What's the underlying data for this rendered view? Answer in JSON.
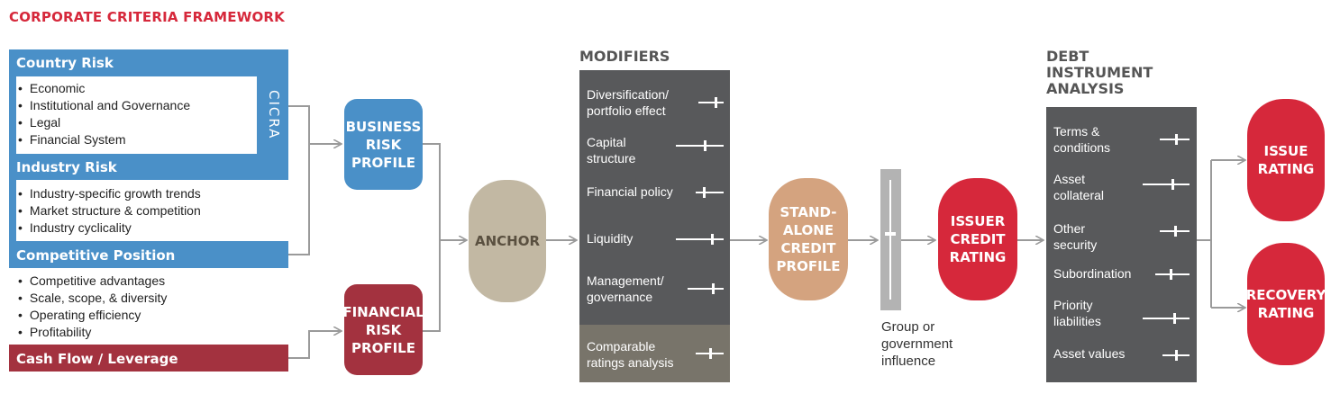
{
  "title": "CORPORATE CRITERIA FRAMEWORK",
  "business_inputs": {
    "country_risk": {
      "header": "Country Risk",
      "items": [
        "Economic",
        "Institutional and Governance",
        "Legal",
        "Financial System"
      ]
    },
    "cicra": "CICRA",
    "industry_risk": {
      "header": "Industry Risk",
      "items": [
        "Industry-specific growth trends",
        "Market structure & competition",
        "Industry cyclicality"
      ]
    },
    "competitive_position": {
      "header": "Competitive Position",
      "items": [
        "Competitive advantages",
        "Scale, scope, & diversity",
        "Operating efficiency",
        "Profitability"
      ]
    }
  },
  "financial_input": {
    "header": "Cash Flow / Leverage"
  },
  "business_risk_profile": [
    "BUSINESS",
    "RISK",
    "PROFILE"
  ],
  "financial_risk_profile": [
    "FINANCIAL",
    "RISK",
    "PROFILE"
  ],
  "anchor": "ANCHOR",
  "modifiers": {
    "header": "MODIFIERS",
    "items": [
      {
        "label": [
          "Diversification/",
          "portfolio effect"
        ],
        "level": 0.75
      },
      {
        "label": [
          "Capital",
          "structure"
        ],
        "level": 0.6
      },
      {
        "label": [
          "Financial policy"
        ],
        "level": 0.25
      },
      {
        "label": [
          "Liquidity"
        ],
        "level": 0.75
      },
      {
        "label": [
          "Management/",
          "governance"
        ],
        "level": 0.7
      }
    ],
    "comparable": {
      "label": [
        "Comparable",
        "ratings analysis"
      ],
      "level": 0.55
    }
  },
  "standalone": [
    "STAND-",
    "ALONE",
    "CREDIT",
    "PROFILE"
  ],
  "group_influence": {
    "caption": [
      "Group or",
      "government",
      "influence"
    ],
    "level": 0.45
  },
  "issuer_rating": [
    "ISSUER",
    "CREDIT",
    "RATING"
  ],
  "debt_analysis": {
    "header": [
      "DEBT",
      "INSTRUMENT",
      "ANALYSIS"
    ],
    "items": [
      {
        "label": [
          "Terms &",
          "conditions"
        ],
        "level": 0.55
      },
      {
        "label": [
          "Asset",
          "collateral"
        ],
        "level": 0.6
      },
      {
        "label": [
          "Other",
          "security"
        ],
        "level": 0.55
      },
      {
        "label": [
          "Subordination"
        ],
        "level": 0.45
      },
      {
        "label": [
          "Priority",
          "liabilities"
        ],
        "level": 0.65
      },
      {
        "label": [
          "Asset values"
        ],
        "level": 0.5
      }
    ]
  },
  "issue_rating": [
    "ISSUE",
    "RATING"
  ],
  "recovery_rating": [
    "RECOVERY",
    "RATING"
  ],
  "colors": {
    "accent_red": "#d6283b",
    "blue": "#4a90c8",
    "dark_red": "#a3323f",
    "tan": "#c2b8a3",
    "peach": "#d4a37f",
    "modifier_gray": "#58595b",
    "comparable_gray": "#78746a",
    "connector": "#9a9a9a"
  }
}
